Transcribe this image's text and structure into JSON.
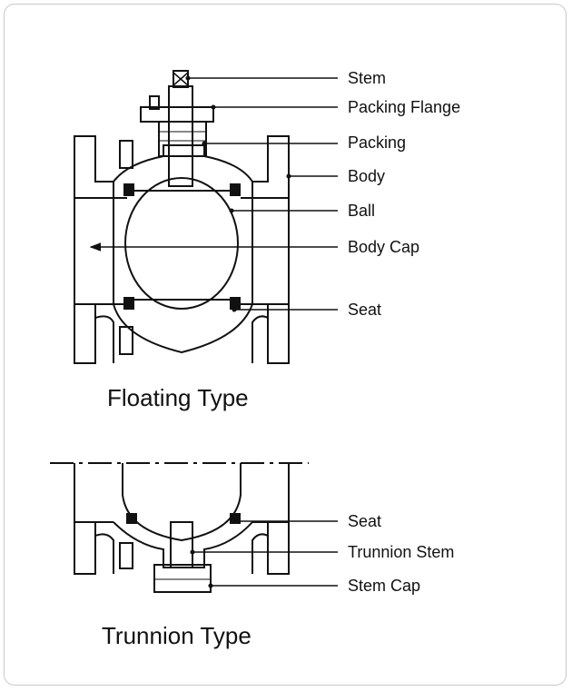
{
  "floating": {
    "caption": "Floating Type",
    "labels": {
      "stem": "Stem",
      "packing_flange": "Packing Flange",
      "packing": "Packing",
      "body": "Body",
      "ball": "Ball",
      "body_cap": "Body Cap",
      "seat": "Seat"
    }
  },
  "trunnion": {
    "caption": "Trunnion Type",
    "labels": {
      "seat": "Seat",
      "trunnion_stem": "Trunnion Stem",
      "stem_cap": "Stem Cap"
    }
  }
}
